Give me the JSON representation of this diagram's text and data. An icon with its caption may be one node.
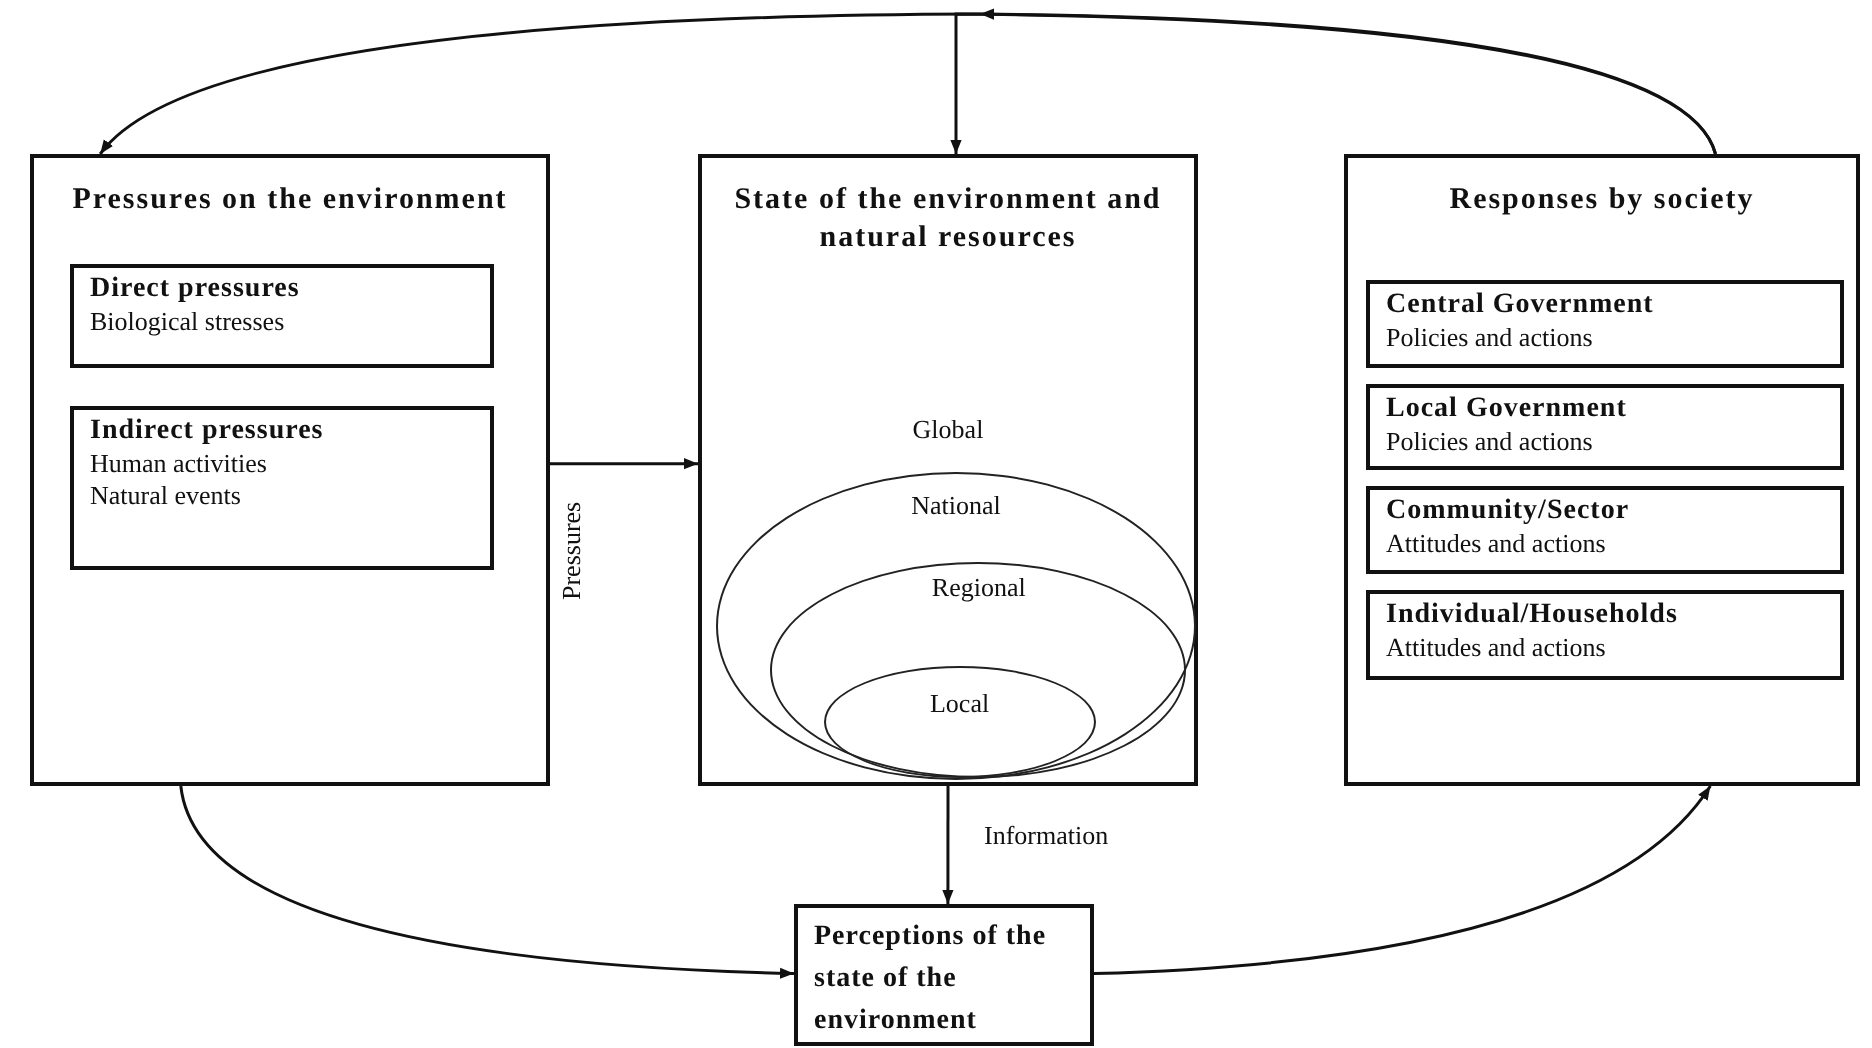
{
  "diagram": {
    "nodes": [
      {
        "text": [
          "Pressures on the environment"
        ]
      },
      {
        "text": [
          "Direct pressures",
          "Biological stresses"
        ],
        "in": 0
      },
      {
        "text": [
          "Indirect pressures",
          "Human activities",
          "Natural events"
        ],
        "in": 0
      },
      {
        "text": [
          "State of the environment and natural resources",
          "Global"
        ]
      },
      {
        "text": [
          "National"
        ],
        "in": 3
      },
      {
        "text": [
          "Regional"
        ],
        "in": 4
      },
      {
        "text": [
          "Local"
        ],
        "in": 5
      },
      {
        "text": [
          "Responses by society"
        ]
      },
      {
        "text": [
          "Central Government",
          "Policies and actions"
        ],
        "in": 7
      },
      {
        "text": [
          "Local Government",
          "Policies and actions"
        ],
        "in": 7
      },
      {
        "text": [
          "Community/Sector",
          "Attitudes and actions"
        ],
        "in": 7
      },
      {
        "text": [
          "Individual/Households",
          "Attitudes and actions"
        ],
        "in": 7
      },
      {
        "text": [
          "Perceptions of the state of the environment"
        ]
      }
    ],
    "edges": [
      {
        "from": 7,
        "to": 0,
        "arrow": "to"
      },
      {
        "from": 7,
        "to": 3,
        "arrow": "to"
      },
      {
        "from": 0,
        "to": 3,
        "arrow": "to",
        "label": "Pressures"
      },
      {
        "from": 3,
        "to": 12,
        "arrow": "to",
        "label": "Information"
      },
      {
        "from": 0,
        "to": 12,
        "arrow": "to"
      },
      {
        "from": 12,
        "to": 7,
        "arrow": "to"
      }
    ]
  }
}
